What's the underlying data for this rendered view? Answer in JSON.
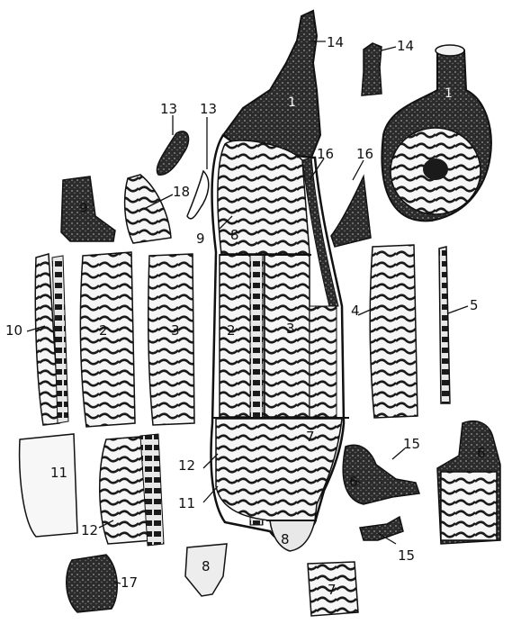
{
  "diagram": {
    "labels": {
      "l14a": "14",
      "l14b": "14",
      "l1a": "1",
      "l1b": "1",
      "l13a": "13",
      "l13b": "13",
      "l16a": "16",
      "l16b": "16",
      "l9a": "9",
      "l9b": "9",
      "l18": "18",
      "l8a": "8",
      "l10": "10",
      "l2a": "2",
      "l3a": "3",
      "l2b": "2",
      "l3b": "3",
      "l4": "4",
      "l5": "5",
      "l7a": "7",
      "l15a": "15",
      "l6a": "6",
      "l6b": "6",
      "l11a": "11",
      "l12a": "12",
      "l12b": "12",
      "l11b": "11",
      "l8b": "8",
      "l15b": "15",
      "l17": "17",
      "l8c": "8",
      "l7b": "7"
    }
  }
}
